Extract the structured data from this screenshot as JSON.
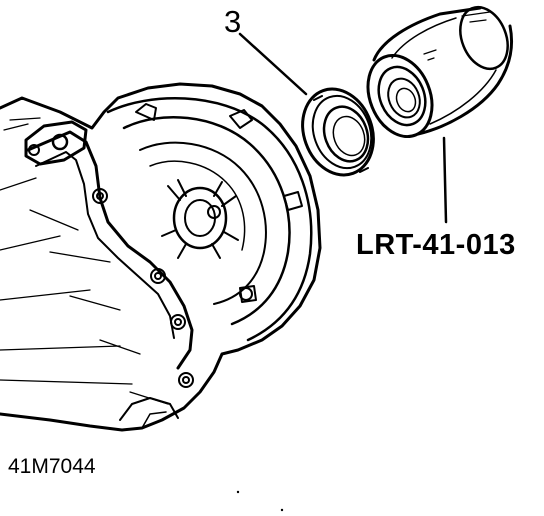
{
  "callouts": {
    "part_number": "3",
    "tool_label": "LRT-41-013"
  },
  "figure_code": "41M7044",
  "colors": {
    "ink": "#000000",
    "paper": "#ffffff"
  },
  "icons": {
    "housing": "transfer-box-housing-icon",
    "seal": "oil-seal-icon",
    "tool": "seal-replacer-tool-icon"
  }
}
